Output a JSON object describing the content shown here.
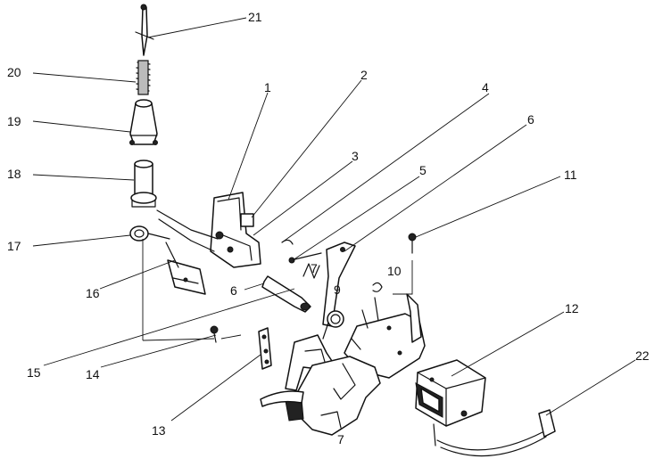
{
  "callouts": [
    "1",
    "2",
    "3",
    "4",
    "5",
    "6",
    "6",
    "7",
    "9",
    "10",
    "11",
    "12",
    "13",
    "14",
    "15",
    "16",
    "17",
    "18",
    "19",
    "20",
    "21",
    "22",
    "7"
  ]
}
